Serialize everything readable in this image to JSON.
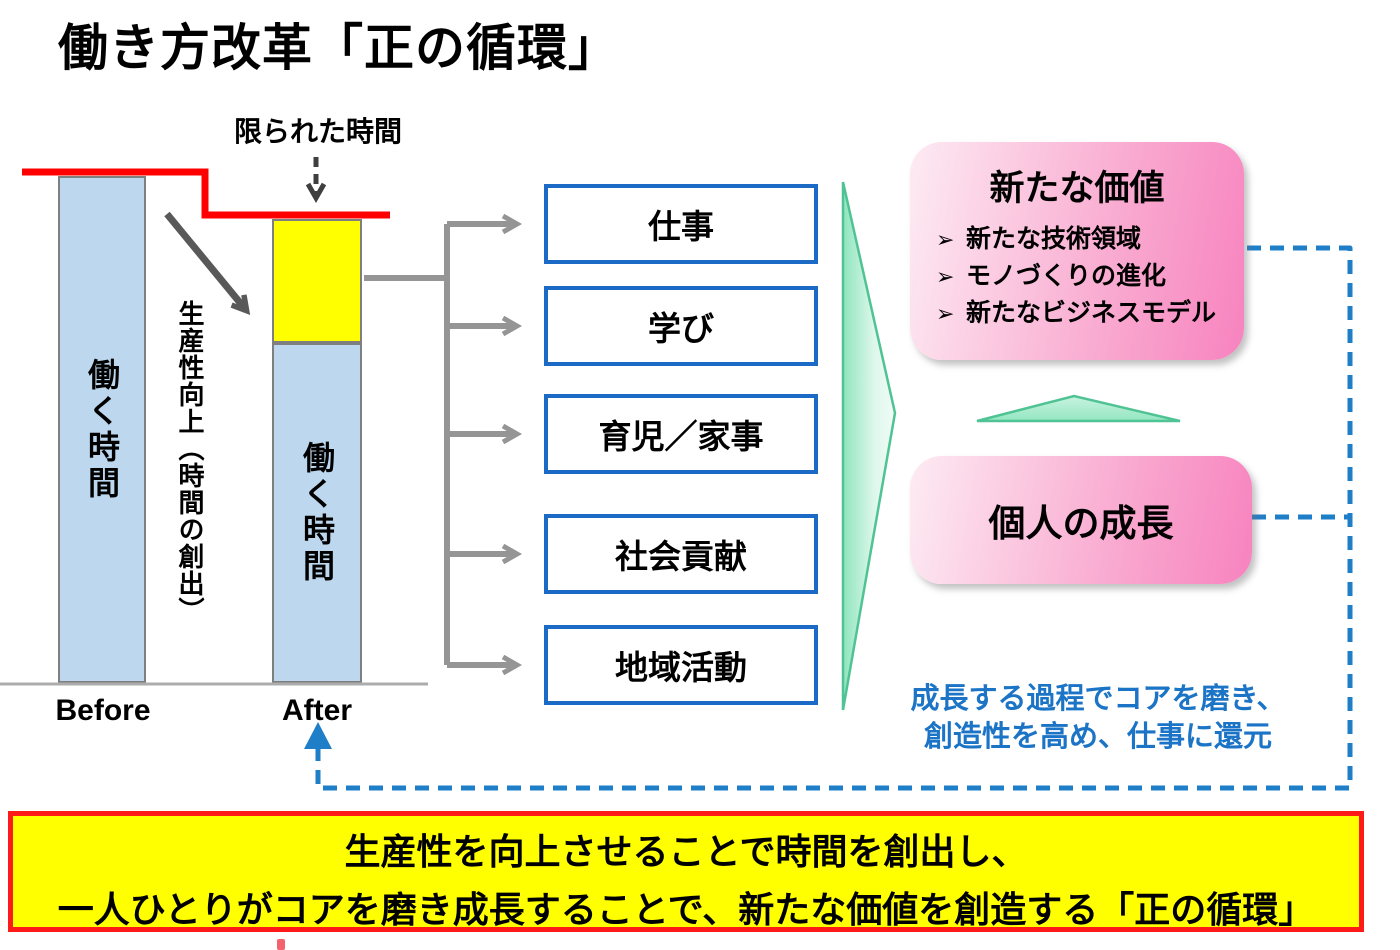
{
  "title": "働き方改革「正の循環」",
  "time_chart": {
    "limited_time_label": "限られた時間",
    "working_time_label": "働く時間",
    "productivity_label": "生産性向上（時間の創出）",
    "before_label": "Before",
    "after_label": "After"
  },
  "activities": [
    "仕事",
    "学び",
    "育児／家事",
    "社会貢献",
    "地域活動"
  ],
  "new_value_card": {
    "title": "新たな価値",
    "bullet_icon": "➢",
    "items": [
      "新たな技術領域",
      "モノづくりの進化",
      "新たなビジネスモデル"
    ]
  },
  "personal_growth_card": {
    "title": "個人の成長"
  },
  "growth_note": {
    "line1": "成長する過程でコアを磨き、",
    "line2": "創造性を高め、仕事に還元"
  },
  "summary_banner": {
    "line1": "生産性を向上させることで時間を創出し、",
    "line2": "一人ひとりがコアを磨き成長することで、新たな価値を創造する「正の循環」"
  },
  "colors": {
    "red_line": "#FF0000",
    "created_time_yellow": "#FFFF00",
    "working_time_blue": "#BDD7EE",
    "activity_box_border": "#1A6AC6",
    "pink_light": "#FDEBF3",
    "pink_dark": "#F783BF",
    "green_border": "#50C394",
    "dashed_blue": "#1F7EC8",
    "note_blue": "#1B74C5",
    "banner_yellow": "#FFFF00",
    "banner_border_red": "#FF1A1A"
  }
}
